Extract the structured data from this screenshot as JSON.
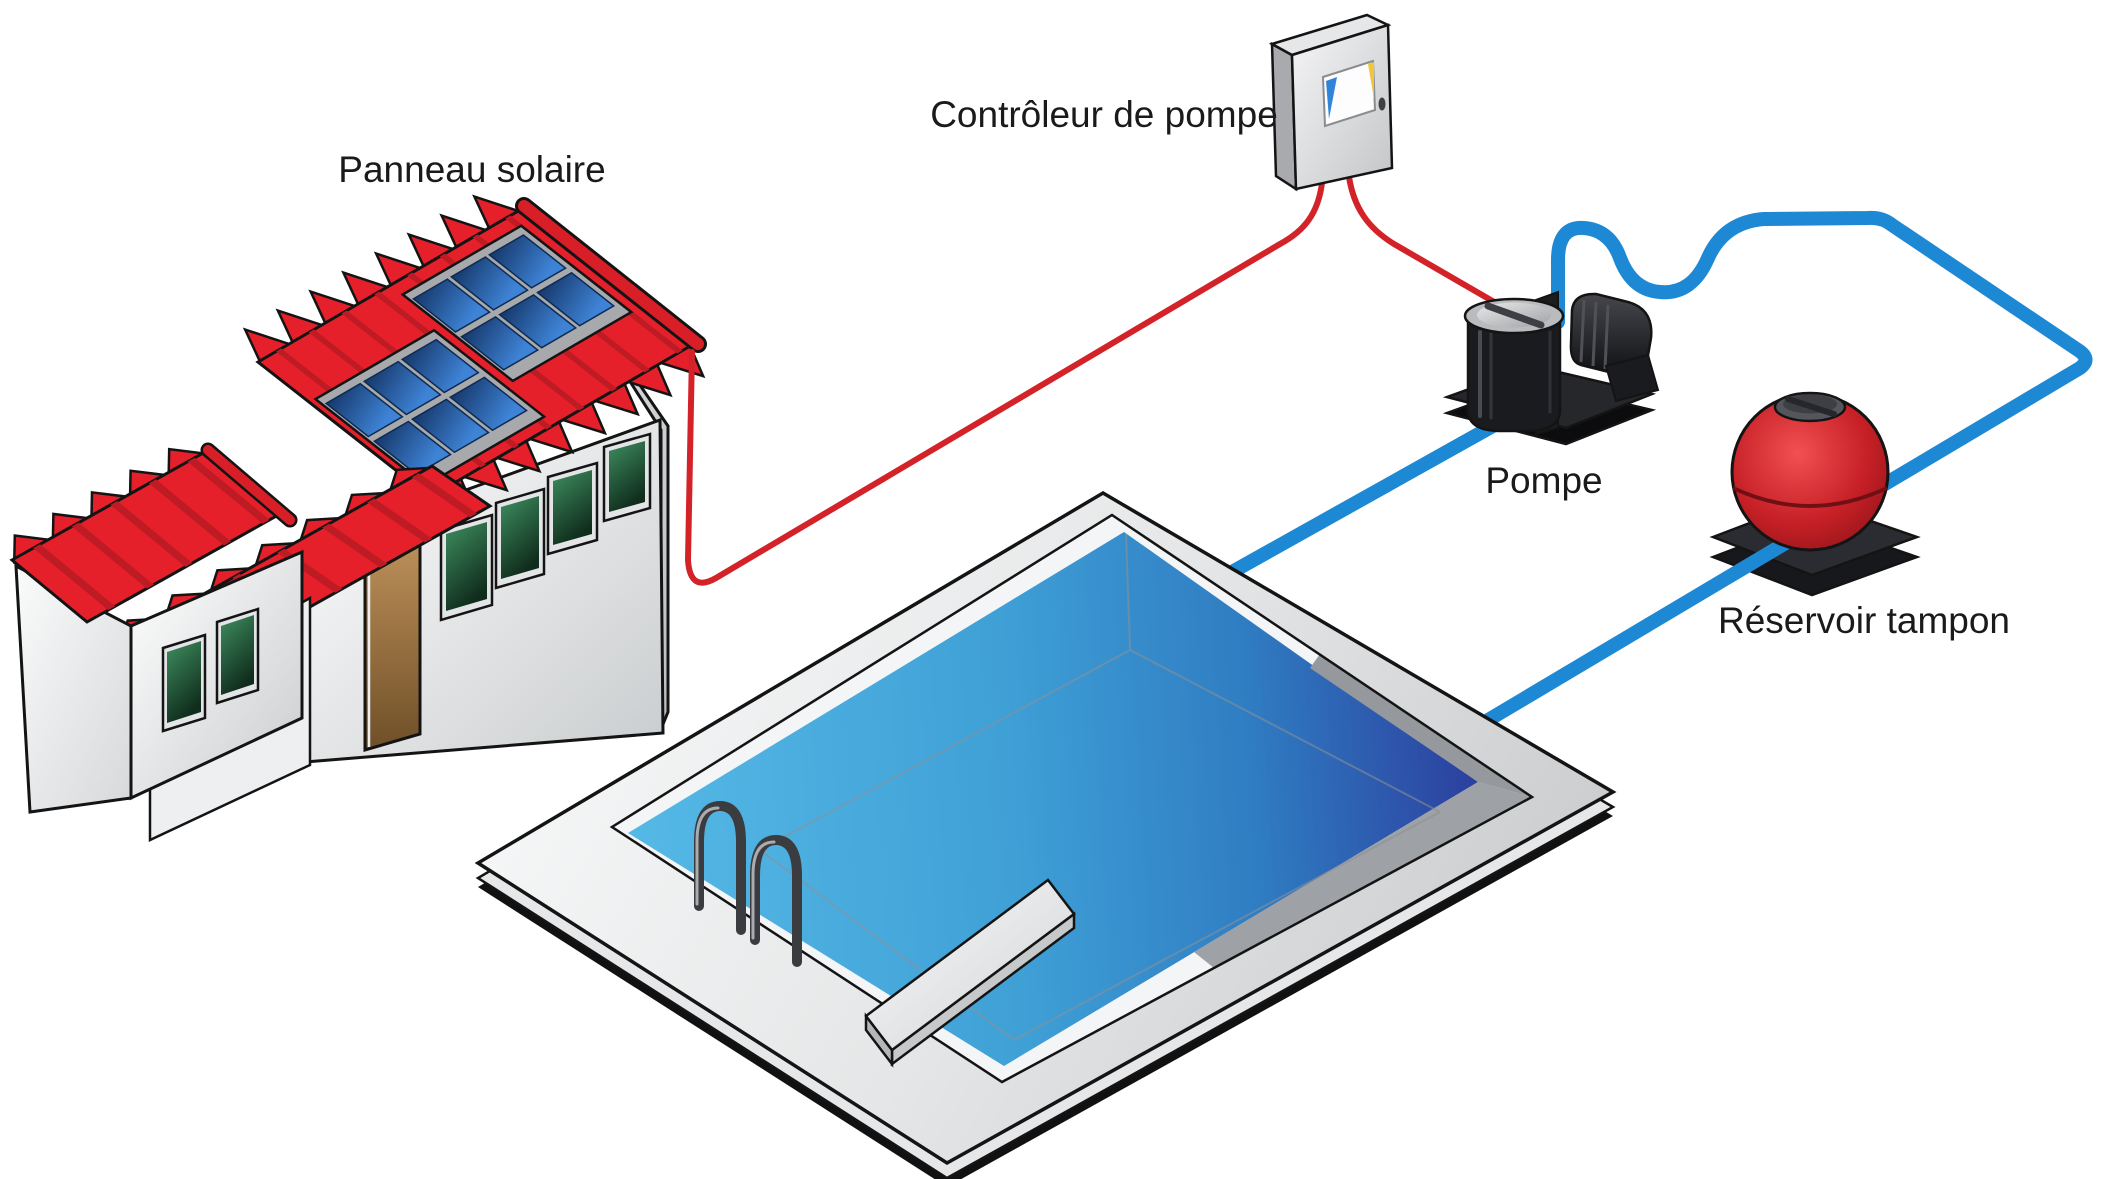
{
  "diagram": {
    "kind": "solar-pool-heating-schematic",
    "language": "fr",
    "components": [
      {
        "id": "panneau-solaire",
        "label": "Panneau solaire",
        "depiction": "house with red corrugated roof and two 2x3 blue solar arrays"
      },
      {
        "id": "controleur-de-pompe",
        "label": "Contrôleur de pompe",
        "depiction": "gray wall-mounted controller cabinet with white display"
      },
      {
        "id": "pompe",
        "label": "Pompe",
        "depiction": "black pool pump with strainer pot and motor on base"
      },
      {
        "id": "reservoir-tampon",
        "label": "Réservoir tampon",
        "depiction": "red spherical tank with dark cap on black base"
      },
      {
        "id": "piscine",
        "label": "",
        "depiction": "isometric swimming pool with deck, ladder and diving board"
      }
    ],
    "connections": [
      {
        "from": "controleur-de-pompe",
        "to": "panneau-solaire",
        "kind": "electrical-wire",
        "color": "#D42229"
      },
      {
        "from": "controleur-de-pompe",
        "to": "pompe",
        "kind": "electrical-wire",
        "color": "#D42229"
      },
      {
        "from": "piscine",
        "to": "pompe",
        "kind": "water-pipe",
        "color": "#1D88D4"
      },
      {
        "from": "pompe",
        "to": "reservoir-tampon",
        "kind": "water-pipe",
        "color": "#1D88D4"
      },
      {
        "from": "reservoir-tampon",
        "to": "piscine",
        "kind": "water-pipe",
        "color": "#1D88D4"
      }
    ]
  },
  "labels": {
    "solar_panel": "Panneau solaire",
    "pump_controller": "Contrôleur de pompe",
    "pump": "Pompe",
    "buffer_tank": "Réservoir tampon"
  },
  "colors": {
    "background": "#FFFFFF",
    "roof_red": "#E5202B",
    "roof_shade": "#BF1B24",
    "wire_red": "#D42229",
    "pipe_blue": "#1D88D4",
    "water_light": "#55B9E6",
    "water_mid": "#3FA0D6",
    "water_deep": "#2C3F9E",
    "tank_red_light": "#F25052",
    "tank_red": "#C62026",
    "tank_red_dark": "#8E1418",
    "panel_blue_light": "#3E83D6",
    "panel_blue_dark": "#16386B",
    "window_green_light": "#3E8F60",
    "window_green_dark": "#102C1C",
    "door_brown_light": "#BD9059",
    "door_brown_dark": "#6F4F28",
    "device_black": "#1A1B1F",
    "deck_gray": "#C7C9CB",
    "outline_black": "#141414"
  }
}
